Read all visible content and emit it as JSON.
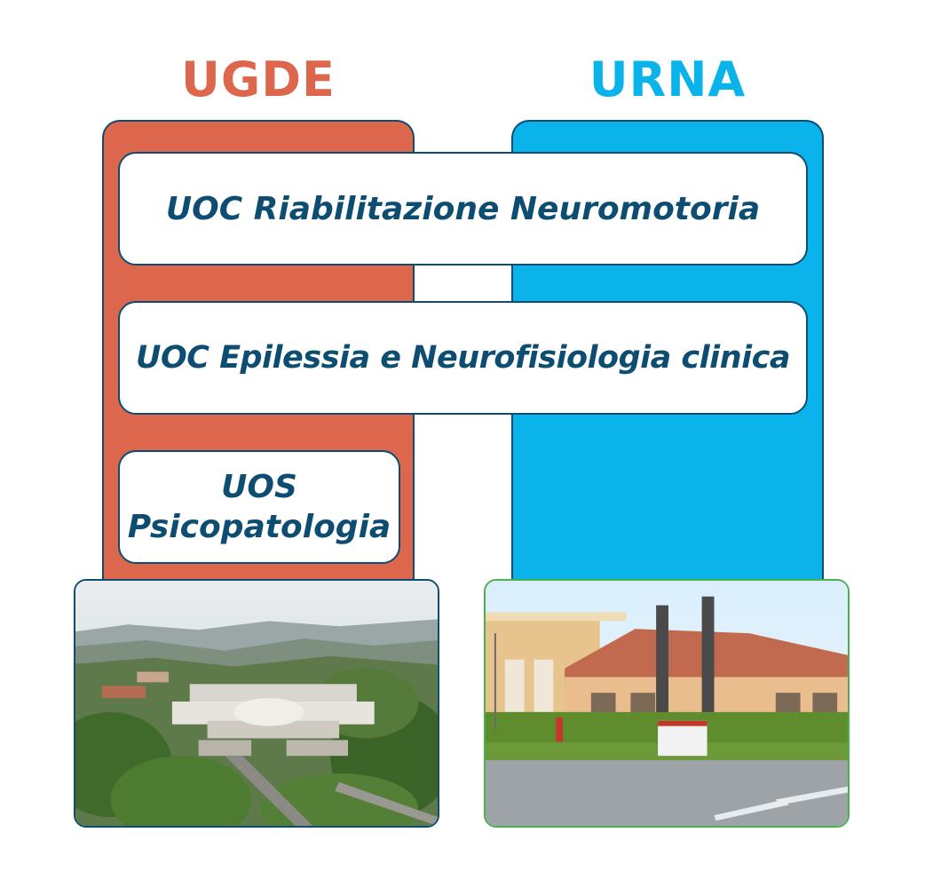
{
  "colors": {
    "ugde": "#dd674c",
    "urna": "#0ab3ea",
    "text_dark": "#0e4d72"
  },
  "columns": {
    "left": {
      "title": "UGDE"
    },
    "right": {
      "title": "URNA"
    }
  },
  "units": {
    "riabilitazione": "UOC Riabilitazione Neuromotoria",
    "epilessia": "UOC Epilessia e Neurofisiologia clinica",
    "psicopatologia": {
      "line1": "UOS",
      "line2": "Psicopatologia"
    }
  },
  "photos": {
    "left": {
      "subject": "aerial-view-hospital-campus"
    },
    "right": {
      "subject": "rehabilitation-center-building"
    }
  }
}
